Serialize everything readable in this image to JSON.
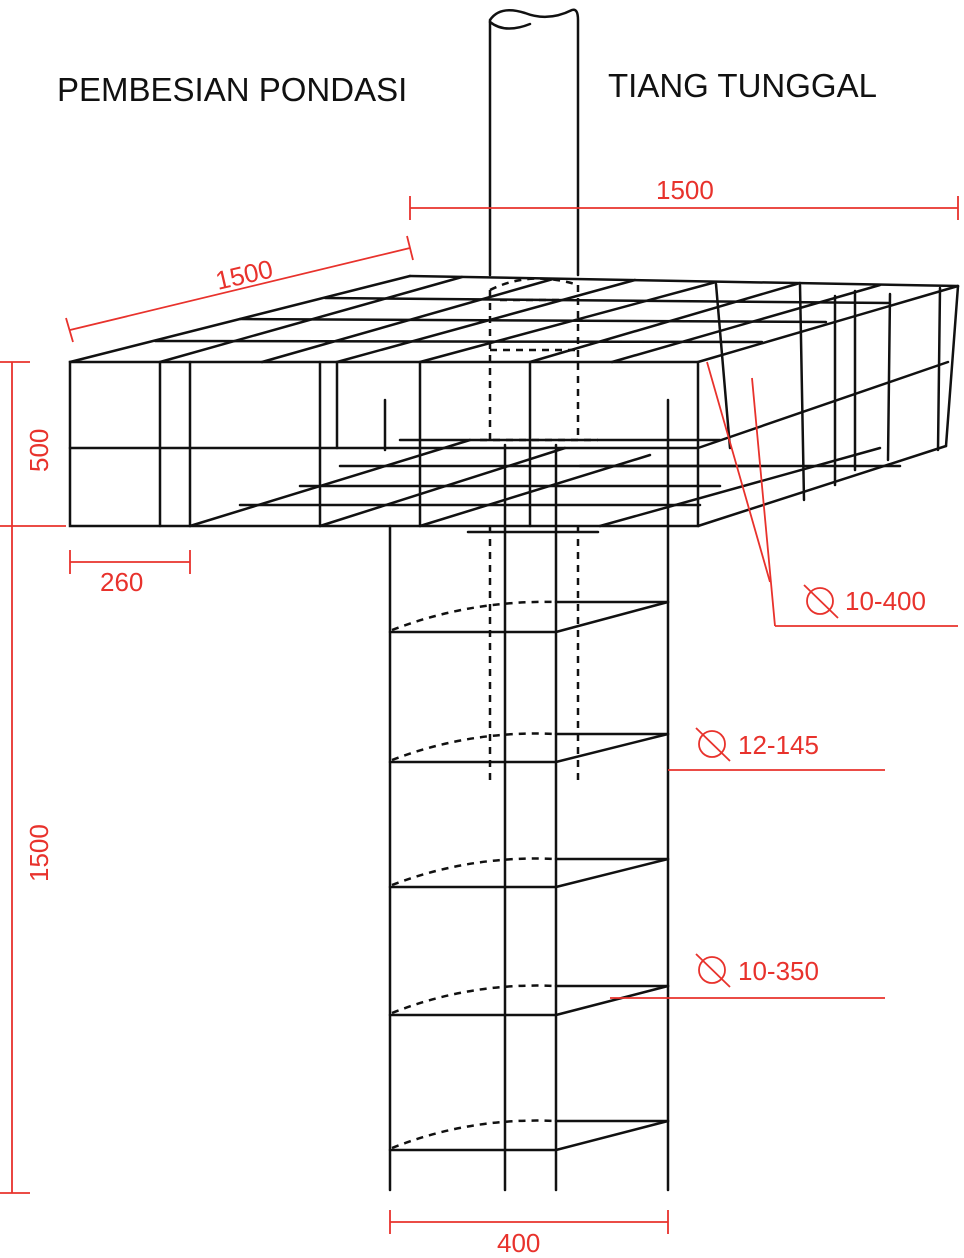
{
  "title": {
    "left": "PEMBESIAN PONDASI",
    "right": "TIANG TUNGGAL"
  },
  "dimensions": {
    "top_width": "1500",
    "depth": "1500",
    "slab_height": "500",
    "spacing": "260",
    "column_height": "1500",
    "column_width": "400"
  },
  "rebar_callouts": [
    {
      "id": "slab-rebar",
      "label": "10-400"
    },
    {
      "id": "column-main-rebar",
      "label": "12-145"
    },
    {
      "id": "column-stirrup",
      "label": "10-350"
    }
  ],
  "colors": {
    "lines": "#111111",
    "dimension": "#e8322c"
  },
  "icons": {
    "diameter_symbol": "diameter-icon"
  }
}
